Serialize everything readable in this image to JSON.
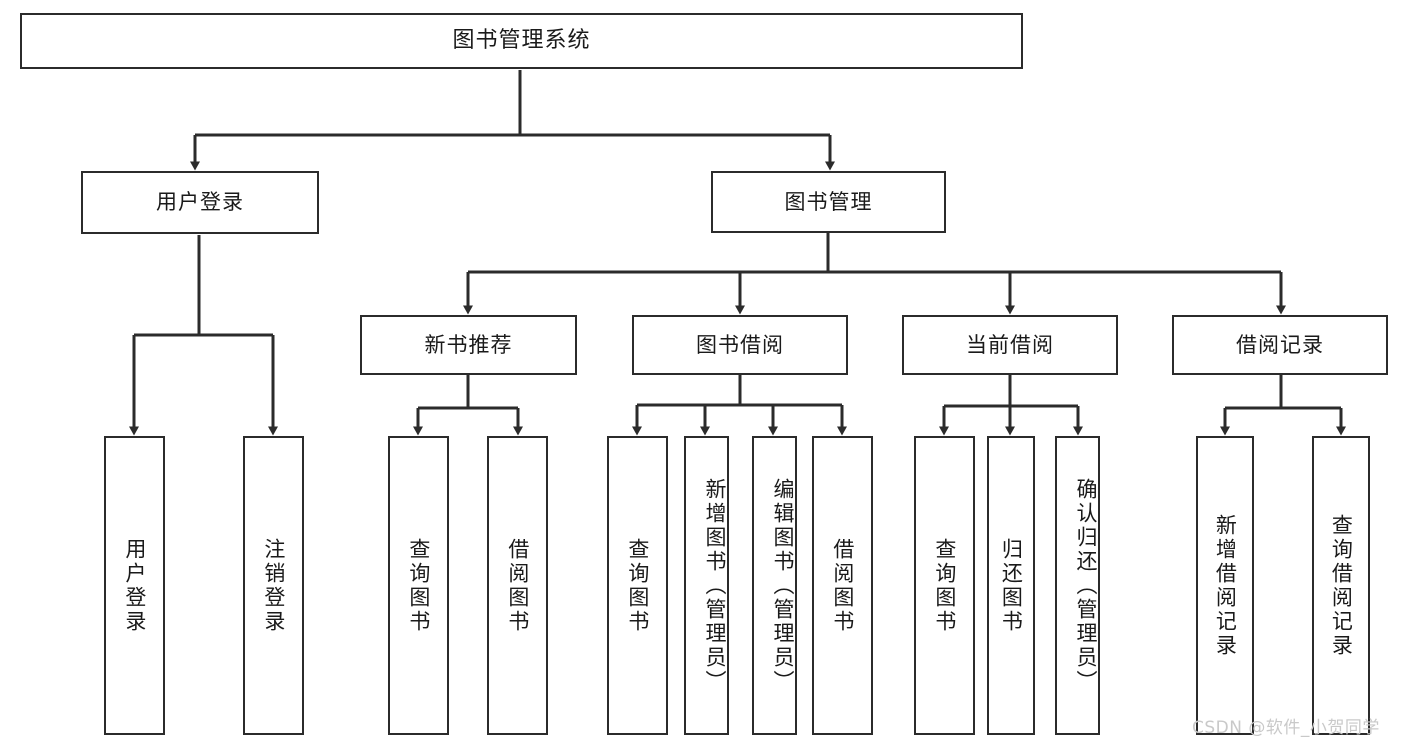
{
  "diagram": {
    "title": "图书管理系统",
    "type": "tree",
    "line_color": "#2b2b2b",
    "box_fill": "#ffffff",
    "text_color": "#1a1a1a",
    "watermark": "CSDN @软件_小贺同学",
    "nodes": {
      "root": "图书管理系统",
      "level1": [
        "用户登录",
        "图书管理"
      ],
      "level2": [
        "新书推荐",
        "图书借阅",
        "当前借阅",
        "借阅记录"
      ],
      "leaves_user_login": [
        "用户登录",
        "注销登录"
      ],
      "leaves_new_books": [
        "查询图书",
        "借阅图书"
      ],
      "leaves_borrow": [
        "查询图书",
        "新增图书（管理员）",
        "编辑图书（管理员）",
        "借阅图书"
      ],
      "leaves_current": [
        "查询图书",
        "归还图书",
        "确认归还（管理员）"
      ],
      "leaves_records": [
        "新增借阅记录",
        "查询借阅记录"
      ]
    }
  }
}
